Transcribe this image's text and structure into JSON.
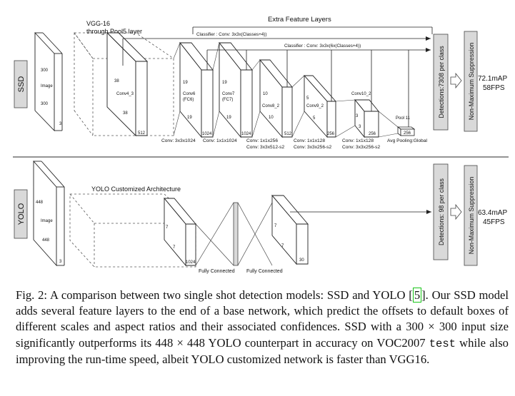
{
  "ssd": {
    "side_label": "SSD",
    "vgg_title_line1": "VGG-16",
    "vgg_title_line2": "through Pool5 layer",
    "extra_title": "Extra Feature Layers",
    "classifier_top": "Classifier : Conv: 3x3x(Classes+4))",
    "classifier_2": "Classifier : Conv: 3x3x(6x(Classes+4))",
    "image": {
      "top": "300",
      "mid": "Image",
      "bot": "300",
      "depth": "3"
    },
    "conv4_3": {
      "side": "38",
      "name": "Conv4_3",
      "bot": "38",
      "depth": "512"
    },
    "conv6": {
      "side": "19",
      "name1": "Conv6",
      "name2": "(FC6)",
      "bot": "19",
      "depth": "1024"
    },
    "conv7": {
      "side": "19",
      "name1": "Conv7",
      "name2": "(FC7)",
      "bot": "19",
      "depth": "1024"
    },
    "conv8_2": {
      "side": "10",
      "name": "Conv8_2",
      "bot": "10",
      "depth": "512"
    },
    "conv9_2": {
      "side": "5",
      "name": "Conv9_2",
      "bot": "5",
      "depth": "256"
    },
    "conv10_2": {
      "side": "3",
      "name": "Conv10_2",
      "bot": "3",
      "depth": "256"
    },
    "pool11": {
      "name": "Pool 11",
      "depth": "256"
    },
    "conv_labels": [
      "Conv: 3x3x1024",
      "Conv: 1x1x1024",
      "Conv: 1x1x256",
      "Conv: 3x3x512-s2",
      "Conv: 1x1x128",
      "Conv: 3x3x256-s2",
      "Conv: 1x1x128",
      "Conv: 3x3x256-s2",
      "Avg Pooling:Global"
    ],
    "detections": "Detections:7308 per class",
    "nms": "Non-Maximum Suppression",
    "map": "72.1mAP",
    "fps": "58FPS"
  },
  "yolo": {
    "side_label": "YOLO",
    "arch_title": "YOLO Customized Architecture",
    "image": {
      "top": "448",
      "mid": "Image",
      "bot": "448",
      "depth": "3"
    },
    "block1": {
      "side": "7",
      "bot": "7",
      "depth": "1024"
    },
    "block2": {
      "side": "7",
      "bot": "7",
      "depth": "30"
    },
    "fc1": "Fully Connected",
    "fc2": "Fully Connected",
    "detections": "Detections: 98 per class",
    "nms": "Non-Maximum Suppression",
    "map": "63.4mAP",
    "fps": "45FPS"
  },
  "caption": {
    "prefix": "Fig. 2: A comparison between two single shot detection models: SSD and YOLO [",
    "ref": "5",
    "p2": "]. Our SSD model adds several feature layers to the end of a base network, which predict the offsets to default boxes of different scales and aspect ratios and their associated confidences. SSD with a 300 × 300 input size significantly outperforms its 448 × 448 YOLO counterpart in accuracy on VOC2007 ",
    "mono": "test",
    "p3": " while also improving the run-time speed, albeit YOLO customized network is faster than VGG16."
  }
}
